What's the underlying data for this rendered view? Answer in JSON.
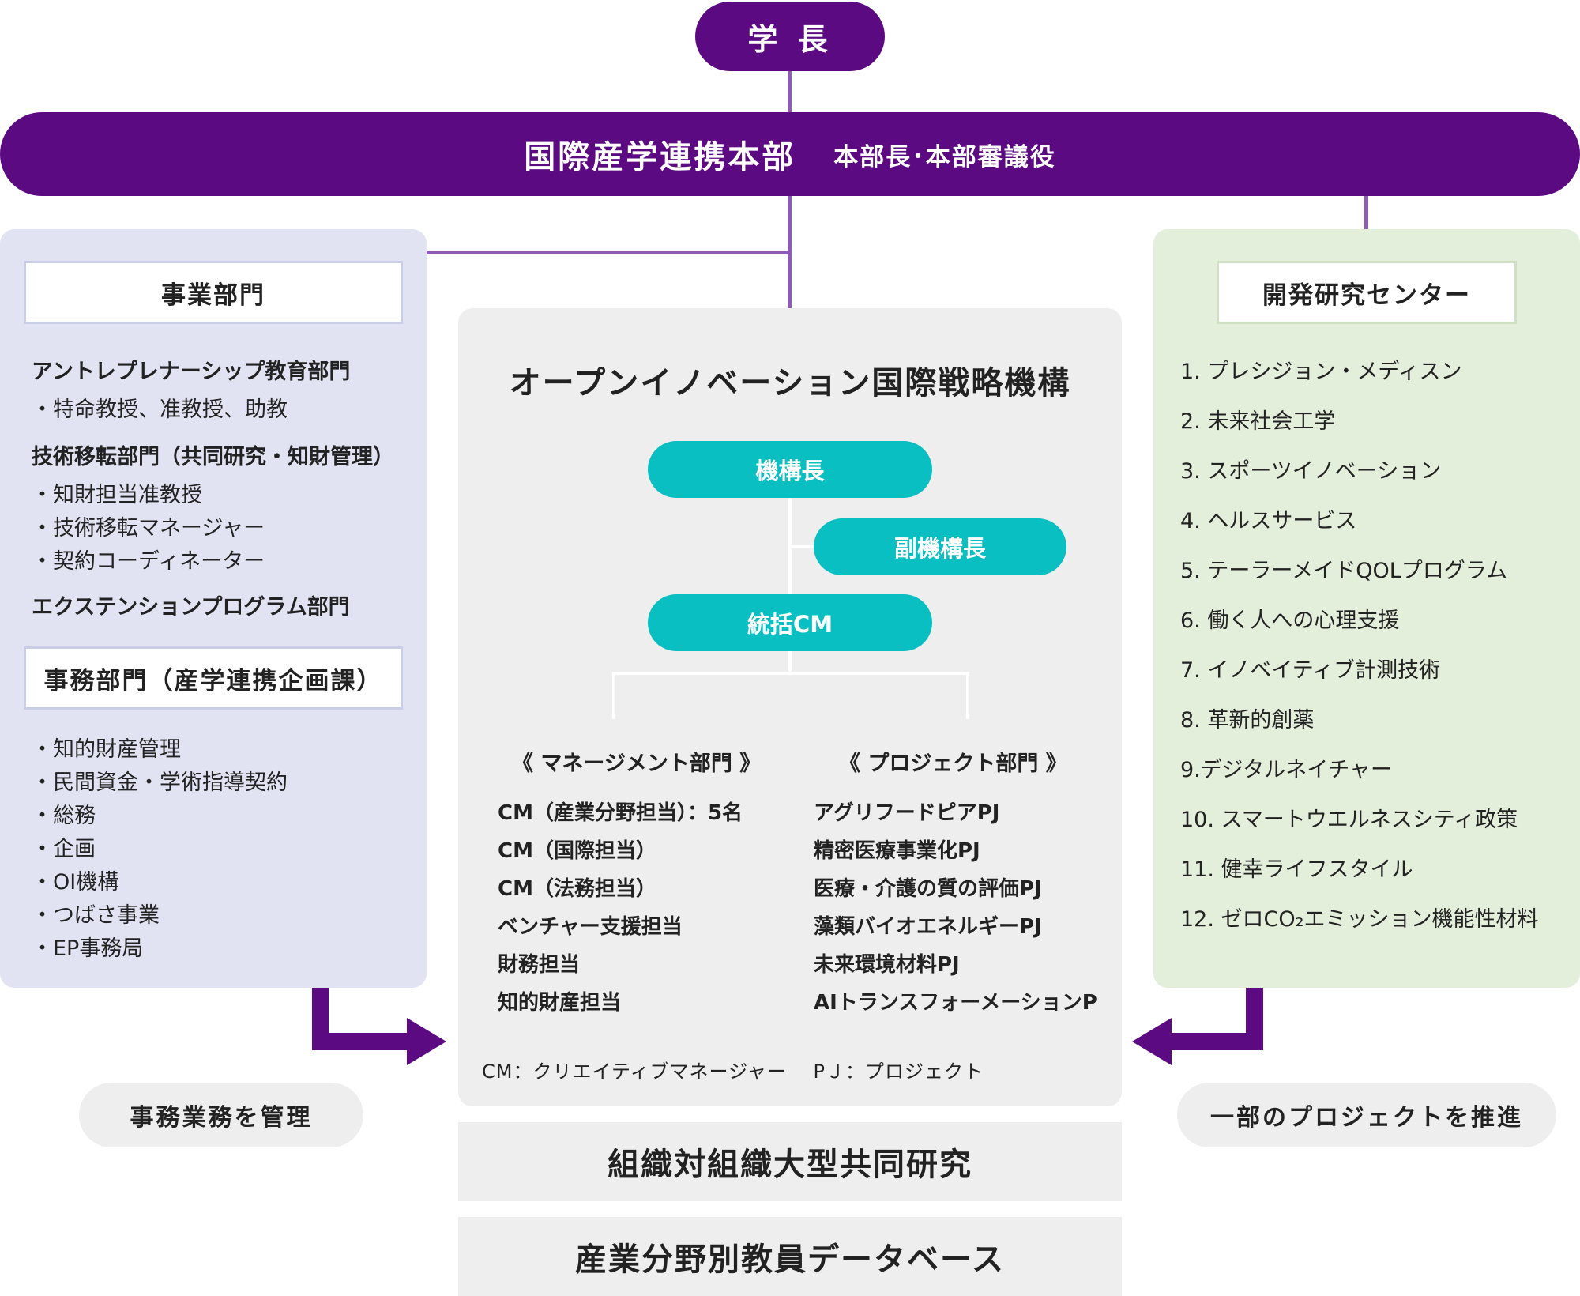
{
  "top": {
    "president": "学 長"
  },
  "hq": {
    "name": "国際産学連携本部",
    "roles": "本部長･本部審議役"
  },
  "left": {
    "business_header": "事業部門",
    "business_items": [
      {
        "text": "アントレプレナーシップ教育部門",
        "bold": true
      },
      {
        "text": "・特命教授、准教授、助教",
        "bold": false
      },
      {
        "text": "技術移転部門（共同研究・知財管理）",
        "bold": true
      },
      {
        "text": "・知財担当准教授",
        "bold": false
      },
      {
        "text": "・技術移転マネージャー",
        "bold": false
      },
      {
        "text": "・契約コーディネーター",
        "bold": false
      },
      {
        "text": "エクステンションプログラム部門",
        "bold": true
      }
    ],
    "office_header": "事務部門（産学連携企画課）",
    "office_items": [
      "・知的財産管理",
      "・民間資金・学術指導契約",
      "・総務",
      "・企画",
      "・OI機構",
      "・つばさ事業",
      "・EP事務局"
    ]
  },
  "center": {
    "title": "オープンイノベーション国際戦略機構",
    "director": "機構長",
    "vice_director": "副機構長",
    "general_cm": "統括CM",
    "management_header": "《 マネージメント部門 》",
    "management_items": [
      "CM（産業分野担当）：5名",
      "CM（国際担当）",
      "CM（法務担当）",
      "ベンチャー支援担当",
      "財務担当",
      "知的財産担当"
    ],
    "project_header": "《 プロジェクト部門 》",
    "project_items": [
      "アグリフードピアPJ",
      "精密医療事業化PJ",
      "医療・介護の質の評価PJ",
      "藻類バイオエネルギーPJ",
      "未来環境材料PJ",
      "AIトランスフォーメーションP"
    ],
    "footnote": "CM：クリエイティブマネージャー　 PＪ：プロジェクト"
  },
  "right": {
    "header": "開発研究センター",
    "items": [
      "1. プレシジョン・メディスン",
      "2. 未来社会工学",
      "3. スポーツイノベーション",
      "4. ヘルスサービス",
      "5. テーラーメイドQOLプログラム",
      "6. 働く人への心理支援",
      "7. イノベイティブ計測技術",
      "8. 革新的創薬",
      "9.デジタルネイチャー",
      "10. スマートウエルネスシティ政策",
      "11. 健幸ライフスタイル",
      "12. ゼロCO₂エミッション機能性材料"
    ]
  },
  "arrows": {
    "left_label": "事務業務を管理",
    "right_label": "一部のプロジェクトを推進"
  },
  "bottom": {
    "bar1": "組織対組織大型共同研究",
    "bar2": "産業分野別教員データベース"
  },
  "colors": {
    "purple": "#5b0a82",
    "line": "#8e5cb5",
    "teal": "#0abfc2",
    "left_panel": "#e1e3f3",
    "right_panel": "#e3eedb",
    "gray": "#eeeeee"
  }
}
